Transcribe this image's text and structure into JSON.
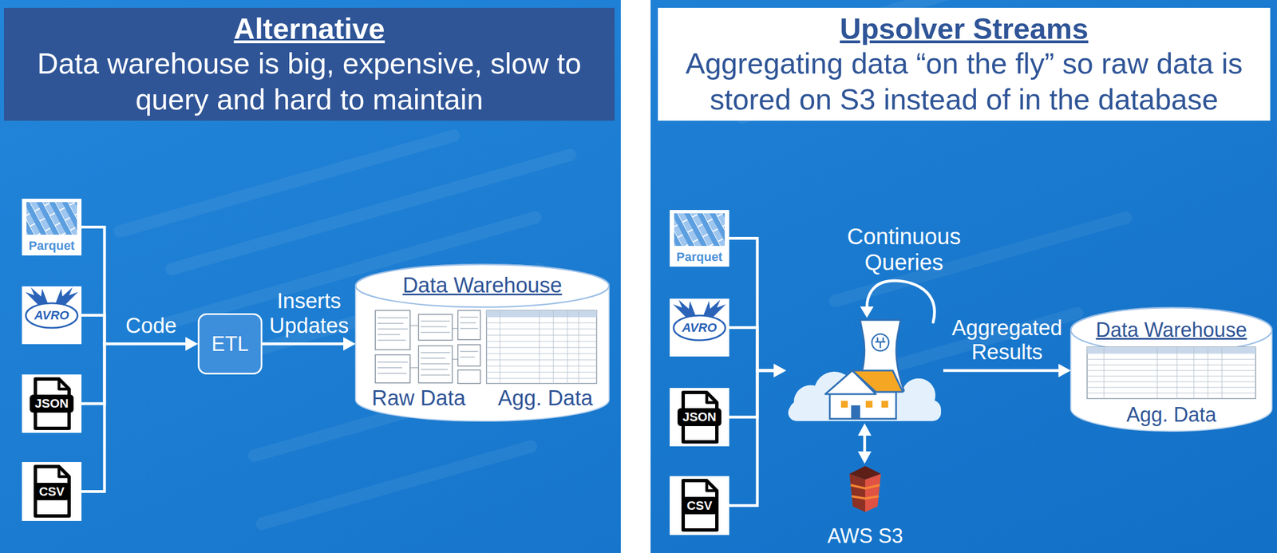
{
  "diagram": {
    "nodes": [
      {
        "text": [
          "Alternative",
          "Data warehouse is big, expensive, slow to query and hard to maintain"
        ]
      },
      {
        "text": [
          "Upsolver Streams",
          "Aggregating data “on the fly” so raw data is stored on S3 instead of in the database"
        ]
      },
      {
        "text": [
          "Parquet"
        ]
      },
      {
        "text": [
          "AVRO"
        ]
      },
      {
        "text": [
          "JSON"
        ]
      },
      {
        "text": [
          "CSV"
        ]
      },
      {
        "text": [
          "ETL"
        ]
      },
      {
        "text": [
          "Data Warehouse",
          "Raw Data",
          "Agg. Data"
        ]
      },
      {
        "text": [
          "Parquet"
        ]
      },
      {
        "text": [
          "AVRO"
        ]
      },
      {
        "text": [
          "JSON"
        ]
      },
      {
        "text": [
          "CSV"
        ]
      },
      {
        "text": [
          "Continuous Queries"
        ]
      },
      {
        "text": [
          "AWS S3"
        ]
      },
      {
        "text": [
          "Data Warehouse",
          "Agg. Data"
        ]
      }
    ],
    "edges": [
      {
        "from": 2,
        "to": 6,
        "arrow": "to",
        "label": "Code"
      },
      {
        "from": 3,
        "to": 6,
        "arrow": "to"
      },
      {
        "from": 4,
        "to": 6,
        "arrow": "to"
      },
      {
        "from": 5,
        "to": 6,
        "arrow": "to"
      },
      {
        "from": 6,
        "to": 7,
        "arrow": "to",
        "label": "Inserts Updates"
      },
      {
        "from": 8,
        "to": 12,
        "arrow": "to"
      },
      {
        "from": 9,
        "to": 12,
        "arrow": "to"
      },
      {
        "from": 10,
        "to": 12,
        "arrow": "to"
      },
      {
        "from": 11,
        "to": 12,
        "arrow": "to"
      },
      {
        "from": 12,
        "to": 14,
        "arrow": "to",
        "label": "Aggregated Results"
      },
      {
        "from": 12,
        "to": 13,
        "arrow": "both"
      }
    ]
  }
}
